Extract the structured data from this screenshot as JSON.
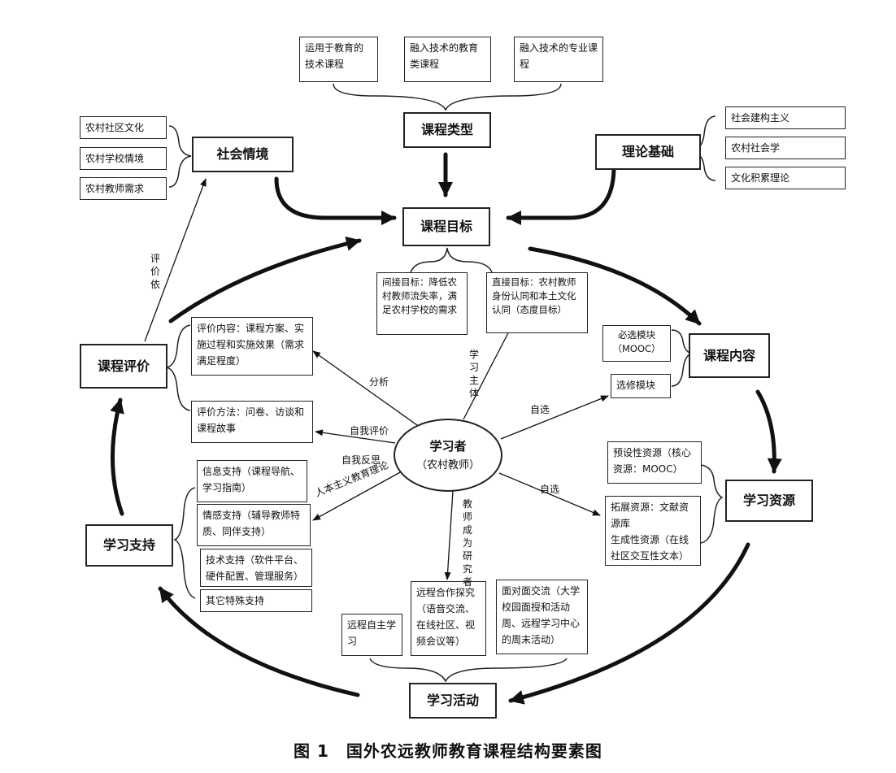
{
  "nodes": {
    "course_type": "课程类型",
    "type_edu": "运用于教育的技术课程",
    "type_tech_edu": "融入技术的教育类课程",
    "type_tech_pro": "融入技术的专业课程",
    "social_context": "社会情境",
    "social_culture": "农村社区文化",
    "social_school": "农村学校情境",
    "social_needs": "农村教师需求",
    "theory": "理论基础",
    "theory_constructivism": "社会建构主义",
    "theory_rural_sociology": "农村社会学",
    "theory_cultural": "文化积累理论",
    "goal": "课程目标",
    "goal_indirect": "间接目标：降低农村教师流失率，满足农村学校的需求",
    "goal_direct": "直接目标：农村教师身份认同和本土文化认同（态度目标）",
    "content": "课程内容",
    "content_required": "必选模块（MOOC）",
    "content_elective": "选修模块",
    "resources": "学习资源",
    "res_preset": "预设性资源（核心资源：MOOC）",
    "res_extended": "拓展资源：文献资源库\n生成性资源（在线社区交互性文本）",
    "activities": "学习活动",
    "act_self": "远程自主学习",
    "act_remote": "远程合作探究（语音交流、在线社区、视频会议等）",
    "act_face": "面对面交流（大学校园面授和活动周、远程学习中心的周末活动）",
    "support": "学习支持",
    "sup_info": "信息支持（课程导航、学习指南）",
    "sup_emotion": "情感支持（辅导教师特质、同伴支持）",
    "sup_tech": "技术支持（软件平台、硬件配置、管理服务）",
    "sup_other": "其它特殊支持",
    "evaluation": "课程评价",
    "eval_content": "评价内容：课程方案、实施过程和实施效果（需求满足程度）",
    "eval_method": "评价方法：问卷、访谈和课程故事",
    "learner_title": "学习者",
    "learner_sub": "（农村教师）"
  },
  "labels": {
    "eval_basis": "评价依",
    "analysis": "分析",
    "subject": "学习主体",
    "self_select_1": "自选",
    "self_eval": "自我评价",
    "self_reflect": "自我反思",
    "humanism": "人本主义教育理论",
    "self_select_2": "自选",
    "teacher_researcher": "教师成为研究者"
  },
  "caption": "图 1　国外农远教师教育课程结构要素图"
}
